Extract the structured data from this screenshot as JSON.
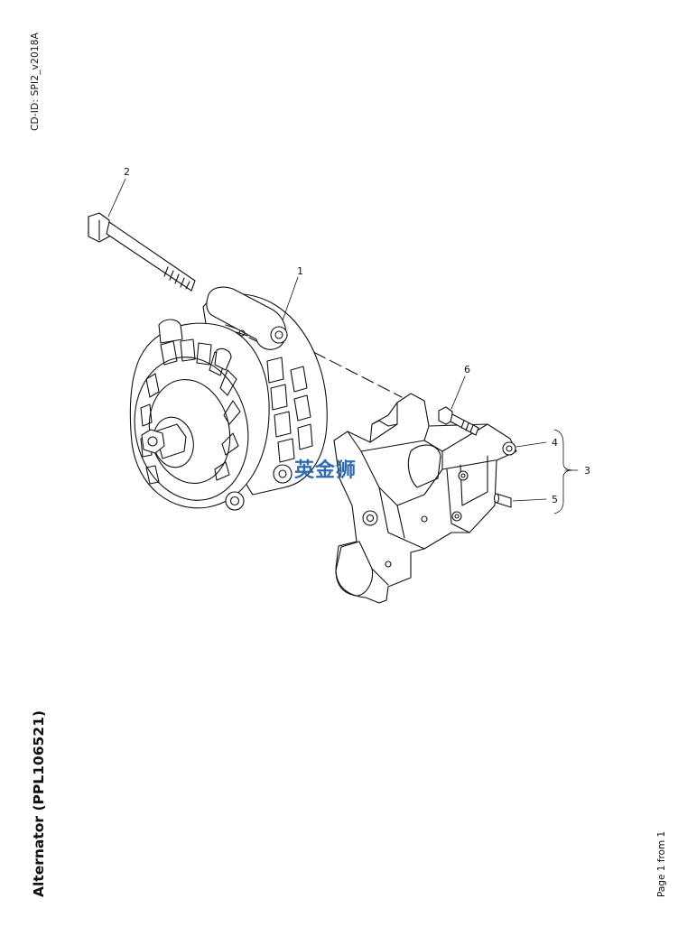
{
  "header": {
    "cd_id": "CD-ID: SPI2_v2018A"
  },
  "footer": {
    "title": "Alternator (PPL106521)",
    "page": "Page 1 from 1"
  },
  "watermark": {
    "text": "英金狮",
    "color": "#1f5fa8"
  },
  "callouts": [
    {
      "id": "1",
      "label": "1"
    },
    {
      "id": "2",
      "label": "2"
    },
    {
      "id": "3",
      "label": "3"
    },
    {
      "id": "4",
      "label": "4"
    },
    {
      "id": "5",
      "label": "5"
    },
    {
      "id": "6",
      "label": "6"
    }
  ]
}
